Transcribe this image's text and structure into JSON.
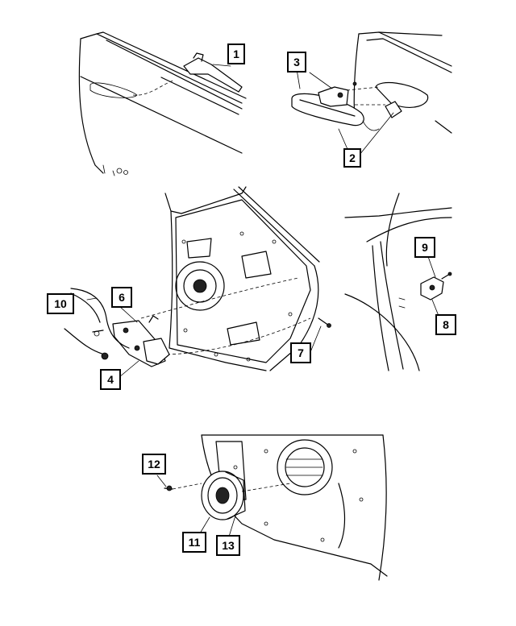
{
  "callouts": [
    {
      "id": "1",
      "label": "1"
    },
    {
      "id": "2",
      "label": "2"
    },
    {
      "id": "3",
      "label": "3"
    },
    {
      "id": "4",
      "label": "4"
    },
    {
      "id": "6",
      "label": "6"
    },
    {
      "id": "7",
      "label": "7"
    },
    {
      "id": "8",
      "label": "8"
    },
    {
      "id": "9",
      "label": "9"
    },
    {
      "id": "10",
      "label": "10"
    },
    {
      "id": "11",
      "label": "11"
    },
    {
      "id": "12",
      "label": "12"
    },
    {
      "id": "13",
      "label": "13"
    }
  ]
}
